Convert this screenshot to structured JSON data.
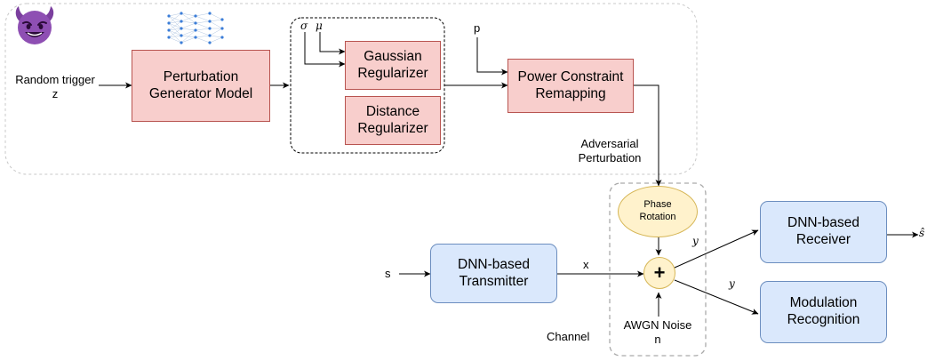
{
  "attacker": {
    "icon": "smiling-devil-icon",
    "trigger": [
      "Random trigger",
      "z"
    ],
    "generator": [
      "Perturbation",
      "Generator Model"
    ],
    "generator_icon": "neural-network-icon",
    "sigma": "σ",
    "mu": "μ",
    "gaussian": [
      "Gaussian",
      "Regularizer"
    ],
    "distance": [
      "Distance",
      "Regularizer"
    ],
    "p_label": "p",
    "power": [
      "Power Constraint",
      "Remapping"
    ],
    "adversarial": [
      "Adversarial",
      "Perturbation"
    ]
  },
  "channel": {
    "label": "Channel",
    "phase": [
      "Phase",
      "Rotation"
    ],
    "adder_symbol": "+",
    "noise": [
      "AWGN Noise",
      "n"
    ]
  },
  "transmit": {
    "s_label": "s",
    "transmitter": [
      "DNN-based",
      "Transmitter"
    ],
    "x_label": "x"
  },
  "receive": {
    "y_upper": "y",
    "y_lower": "y",
    "receiver": [
      "DNN-based",
      "Receiver"
    ],
    "s_hat": "ŝ",
    "modrec": [
      "Modulation",
      "Recognition"
    ]
  },
  "colors": {
    "red_fill": "#f8cecc",
    "red_stroke": "#b85450",
    "blue_fill": "#dae8fc",
    "blue_stroke": "#6c8ebf",
    "yellow_fill": "#fff2cc",
    "yellow_stroke": "#d6b656",
    "dashed_gray": "#c8c8c8",
    "devil_purple": "#7b3f9e"
  }
}
